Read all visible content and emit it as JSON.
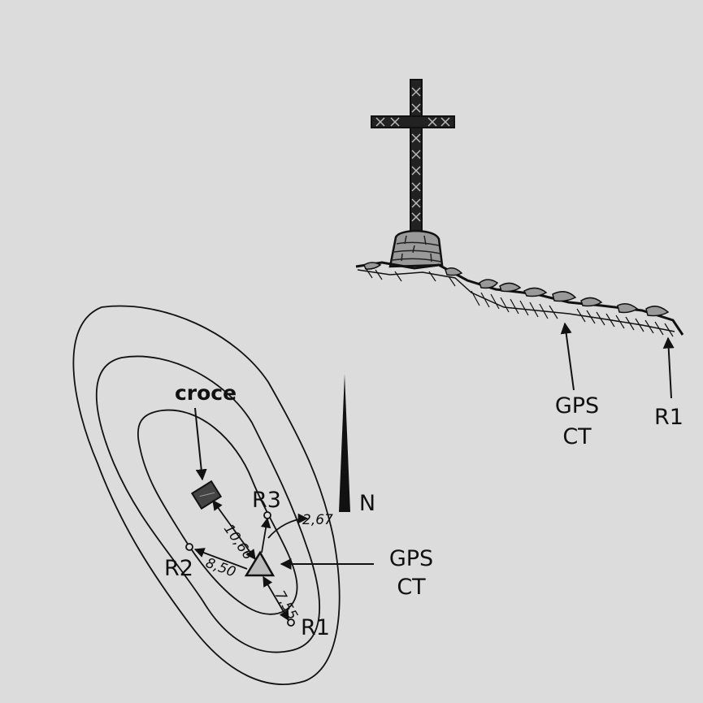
{
  "labels": {
    "croce": "croce",
    "gps_map_line1": "GPS",
    "gps_map_line2": "CT",
    "gps_profile_line1": "GPS",
    "gps_profile_line2": "CT",
    "r1_map": "R1",
    "r2_map": "R2",
    "r3_map": "R3",
    "r1_profile": "R1",
    "north": "N"
  },
  "measurements": {
    "to_croce": "10,66",
    "to_r2": "8,50",
    "to_r1": "7,55",
    "to_r3": "2,67"
  },
  "colors": {
    "background": "#dcdcdc",
    "ink": "#111111"
  },
  "icons": [
    "cross-icon",
    "north-arrow-icon",
    "gps-triangle-icon"
  ]
}
